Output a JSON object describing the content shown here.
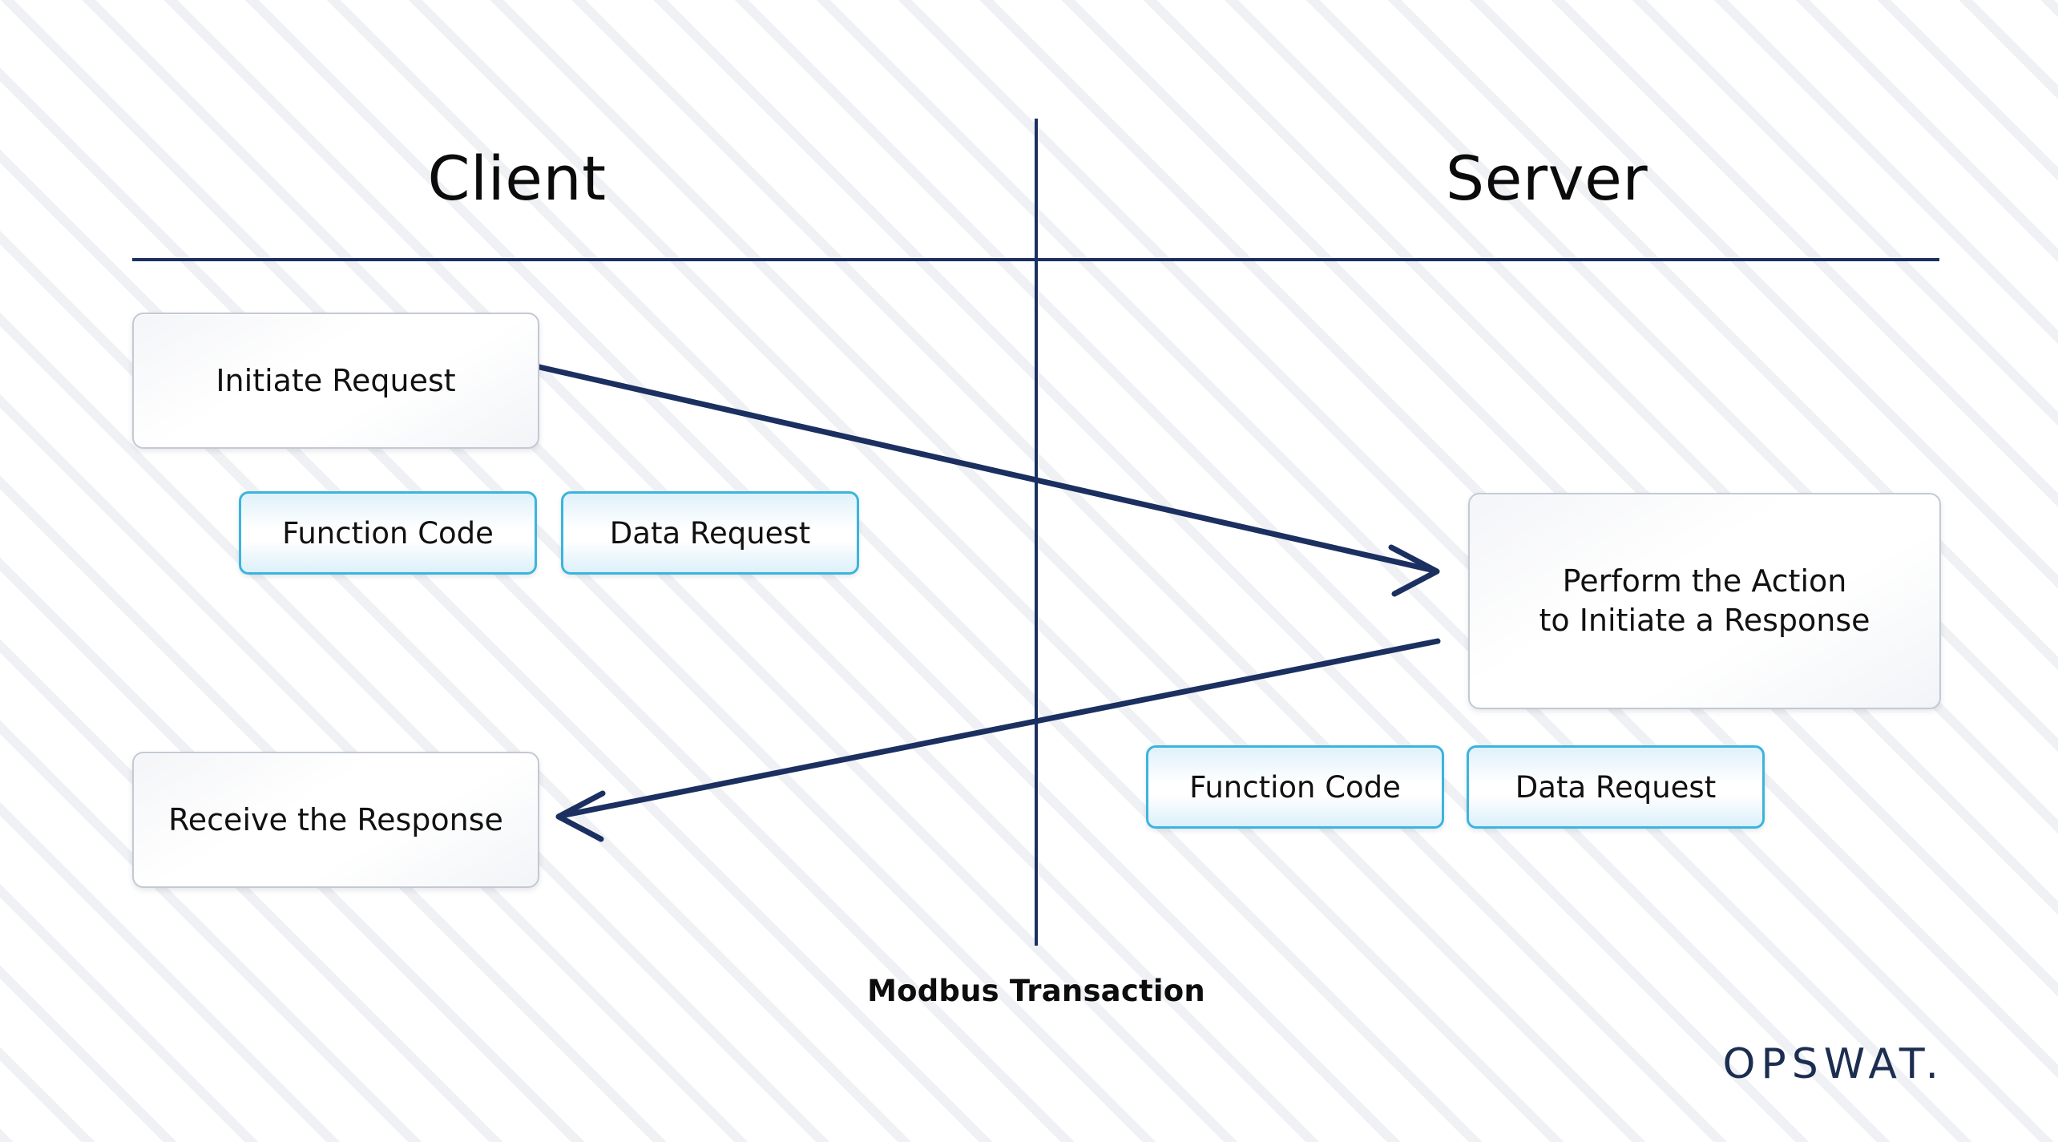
{
  "diagram": {
    "caption": "Modbus Transaction",
    "columns": {
      "client_heading": "Client",
      "server_heading": "Server"
    },
    "colors": {
      "rule": "#1b3060",
      "arrow": "#1b3060",
      "payload_border": "#3cb4dd",
      "stage_border": "#c3c9d4",
      "logo": "#1c2e50",
      "background": "#ffffff"
    },
    "stages": {
      "initiate_request": "Initiate Request",
      "receive_response": "Receive the Response",
      "perform_action": "Perform the Action\nto Initiate a Response"
    },
    "payloads": {
      "client_function_code": "Function Code",
      "client_data_request": "Data Request",
      "server_function_code": "Function Code",
      "server_data_request": "Data Request"
    },
    "arrows": [
      {
        "name": "request-arrow",
        "direction": "client-to-server",
        "from": "Initiate Request",
        "to": "Perform the Action to Initiate a Response"
      },
      {
        "name": "response-arrow",
        "direction": "server-to-client",
        "from": "Perform the Action to Initiate a Response",
        "to": "Receive the Response"
      }
    ]
  },
  "branding": {
    "wordmark": "OPSWAT."
  }
}
